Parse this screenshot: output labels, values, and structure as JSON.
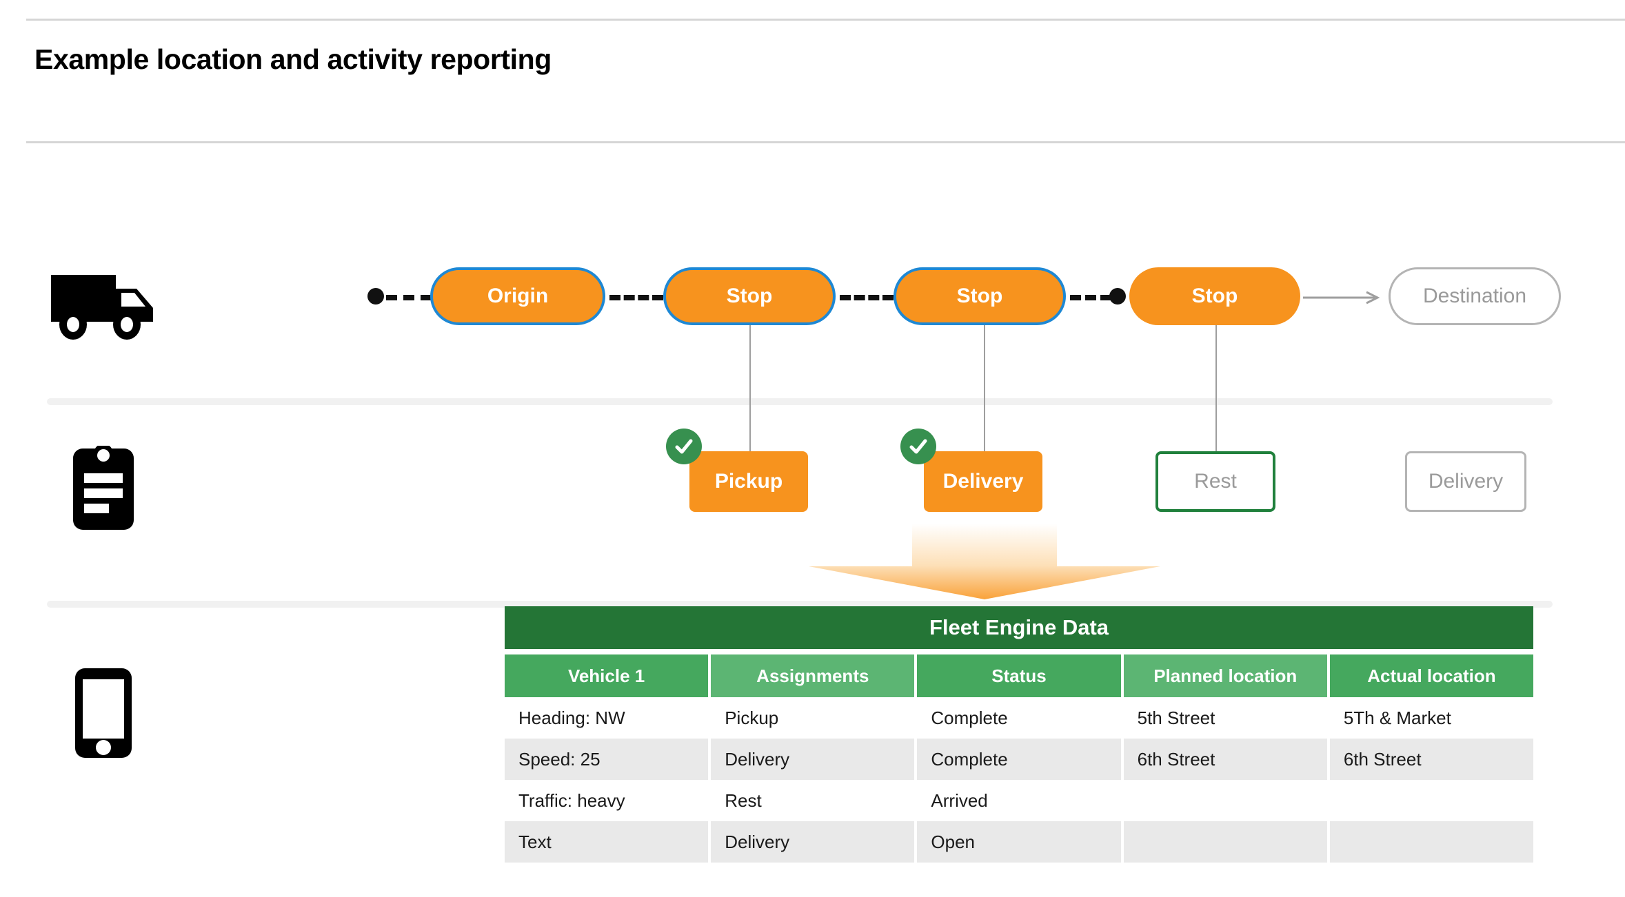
{
  "header": {
    "title": "Example location and activity reporting"
  },
  "rails": [
    {
      "icon": "truck-icon"
    },
    {
      "icon": "clipboard-icon"
    },
    {
      "icon": "smartphone-icon"
    }
  ],
  "route": {
    "nodes": [
      {
        "label": "Origin",
        "state": "active"
      },
      {
        "label": "Stop",
        "state": "active"
      },
      {
        "label": "Stop",
        "state": "active"
      },
      {
        "label": "Stop",
        "state": "active"
      },
      {
        "label": "Destination",
        "state": "ghost"
      }
    ]
  },
  "activities": [
    {
      "label": "Pickup",
      "state": "filled",
      "completed": true
    },
    {
      "label": "Delivery",
      "state": "filled",
      "completed": true
    },
    {
      "label": "Rest",
      "state": "outline-green",
      "completed": false
    },
    {
      "label": "Delivery",
      "state": "outline-gray",
      "completed": false
    }
  ],
  "table": {
    "title": "Fleet Engine Data",
    "columns": [
      "Vehicle 1",
      "Assignments",
      "Status",
      "Planned location",
      "Actual location"
    ],
    "rows": [
      [
        "Heading: NW",
        "Pickup",
        "Complete",
        "5th Street",
        "5Th & Market"
      ],
      [
        "Speed: 25",
        "Delivery",
        "Complete",
        "6th Street",
        "6th Street"
      ],
      [
        "Traffic: heavy",
        "Rest",
        "Arrived",
        "",
        ""
      ],
      [
        "Text",
        "Delivery",
        "Open",
        "",
        ""
      ]
    ]
  },
  "colors": {
    "orange": "#f7931e",
    "blue_border": "#1e88d4",
    "green_dark": "#247536",
    "green_header_a": "#45a85e",
    "green_header_b": "#5cb573",
    "green_check": "#37904f",
    "gray_outline": "#b4b4b4",
    "row_alt": "#e9e9e9"
  }
}
